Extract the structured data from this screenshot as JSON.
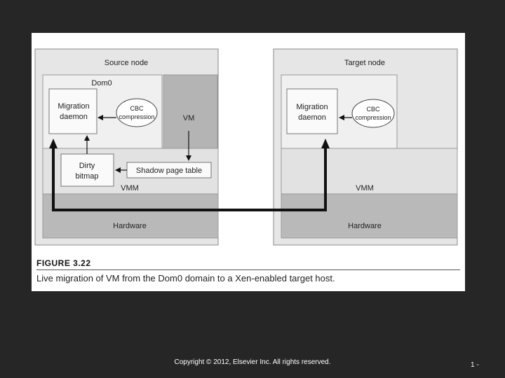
{
  "diagram": {
    "source_node": {
      "title": "Source node",
      "dom0_label": "Dom0",
      "migration_daemon": [
        "Migration",
        "daemon"
      ],
      "cbc_compression": [
        "CBC",
        "compression"
      ],
      "vm_label": "VM",
      "dirty_bitmap": [
        "Dirty",
        "bitmap"
      ],
      "shadow_page_table": "Shadow page table",
      "vmm_label": "VMM",
      "hardware_label": "Hardware"
    },
    "target_node": {
      "title": "Target node",
      "migration_daemon": [
        "Migration",
        "daemon"
      ],
      "cbc_compression": [
        "CBC",
        "compression"
      ],
      "vmm_label": "VMM",
      "hardware_label": "Hardware"
    }
  },
  "figure": {
    "number": "FIGURE 3.22",
    "caption": "Live migration of VM from the Dom0 domain to a Xen-enabled target host."
  },
  "footer": {
    "copyright": "Copyright © 2012, Elsevier Inc. All rights reserved.",
    "page_number": "1 -"
  },
  "colors": {
    "slide_background": "#262626",
    "node_background": "#e6e6e6",
    "dom0_background": "#f0f0f0",
    "vm_background": "#b4b4b4",
    "hardware_background": "#b9b9b9",
    "vmm_background": "#e2e2e2",
    "arrow": "#111111"
  }
}
